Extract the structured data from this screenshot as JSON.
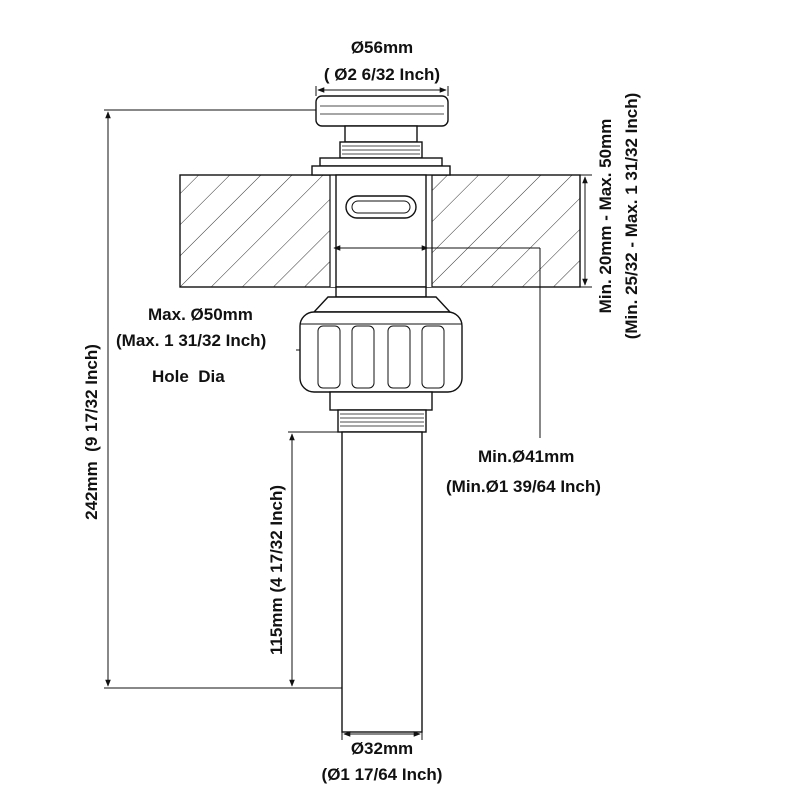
{
  "top_diameter": {
    "mm": "Ø56mm",
    "inch": "( Ø2 6/32 Inch)"
  },
  "hole": {
    "max_mm": "Max. Ø50mm",
    "max_inch": "(Max. 1 31/32 Inch)",
    "caption": "Hole  Dia"
  },
  "counter_thickness": {
    "mm": "Min. 20mm - Max. 50mm",
    "inch": "(Min. 25/32 - Max. 1 31/32 Inch)"
  },
  "min_hole": {
    "mm": "Min.Ø41mm",
    "inch": "(Min.Ø1 39/64 Inch)"
  },
  "total_height": "242mm  (9 17/32 Inch)",
  "tail_length": "115mm (4 17/32 Inch)",
  "tail_diameter": {
    "mm": "Ø32mm",
    "inch": "(Ø1 17/64 Inch)"
  },
  "colors": {
    "line": "#111111",
    "dim": "#222222"
  }
}
